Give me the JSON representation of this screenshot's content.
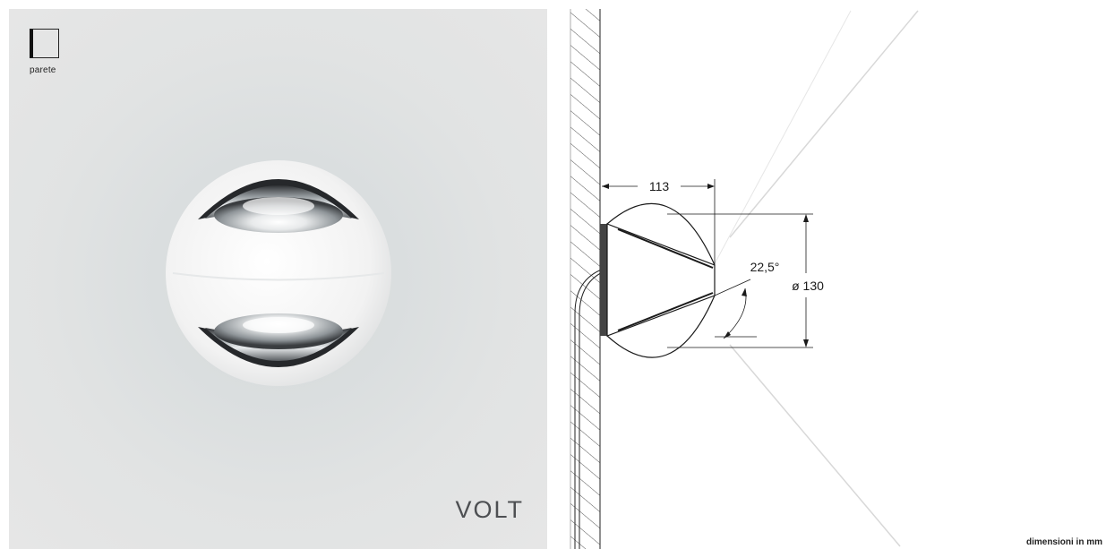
{
  "mounting": {
    "icon": "wall-mount-icon",
    "label": "parete"
  },
  "brand": {
    "logo_text": "VOLT"
  },
  "drawing": {
    "depth_label": "113",
    "angle_label": "22,5°",
    "diameter_label": "ø 130"
  },
  "footnote": "dimensioni in mm",
  "colors": {
    "photo_background": "#e2e4e4",
    "lamp_body": "#f4f4f4",
    "chrome": "#b8bcbf",
    "ink": "#1a1a1a"
  }
}
